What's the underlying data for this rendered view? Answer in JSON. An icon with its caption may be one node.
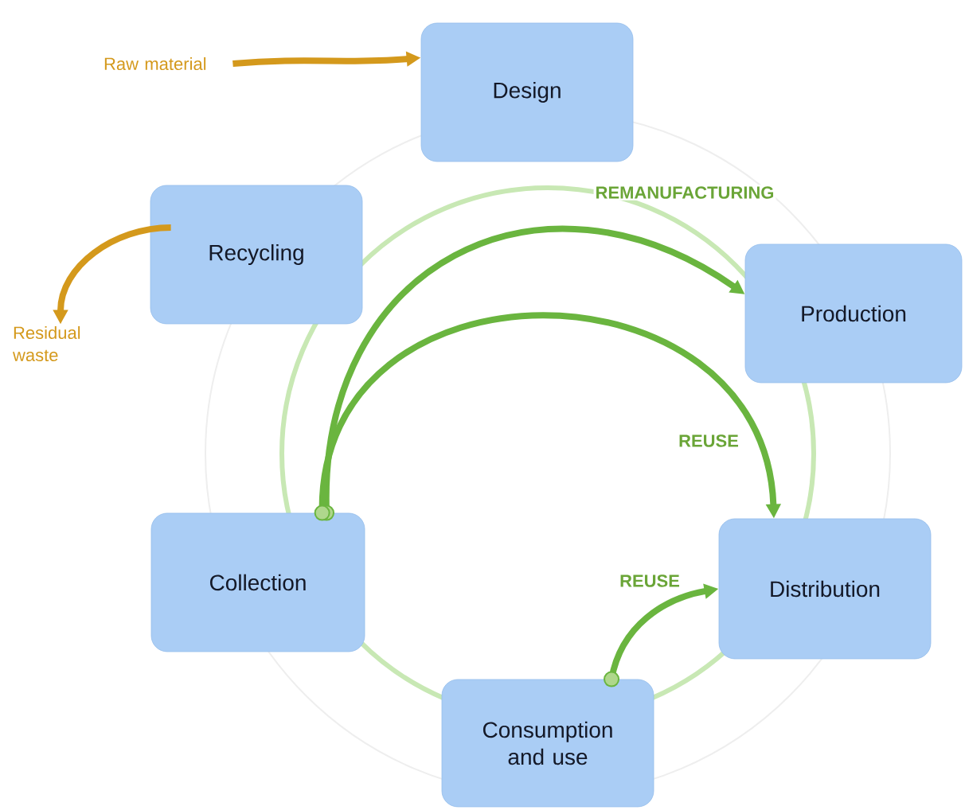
{
  "diagram": {
    "nodes": [
      {
        "text": [
          "Raw material"
        ]
      },
      {
        "text": [
          "Design"
        ]
      },
      {
        "text": [
          "Recycling"
        ]
      },
      {
        "text": [
          "Residual waste"
        ]
      },
      {
        "text": [
          "Production"
        ]
      },
      {
        "text": [
          "Collection"
        ]
      },
      {
        "text": [
          "Distribution"
        ]
      },
      {
        "text": [
          "Consumption and use"
        ]
      }
    ],
    "edges": [
      {
        "from": 0,
        "to": 1,
        "arrow": "to",
        "color": "#d4991c"
      },
      {
        "from": 2,
        "to": 3,
        "arrow": "to",
        "color": "#d4991c"
      },
      {
        "from": 5,
        "to": 4,
        "arrow": "to",
        "label": "REMANUFACTURING"
      },
      {
        "from": 5,
        "to": 6,
        "arrow": "to",
        "label": "REUSE"
      },
      {
        "from": 7,
        "to": 6,
        "arrow": "to",
        "label": "REUSE"
      }
    ]
  }
}
